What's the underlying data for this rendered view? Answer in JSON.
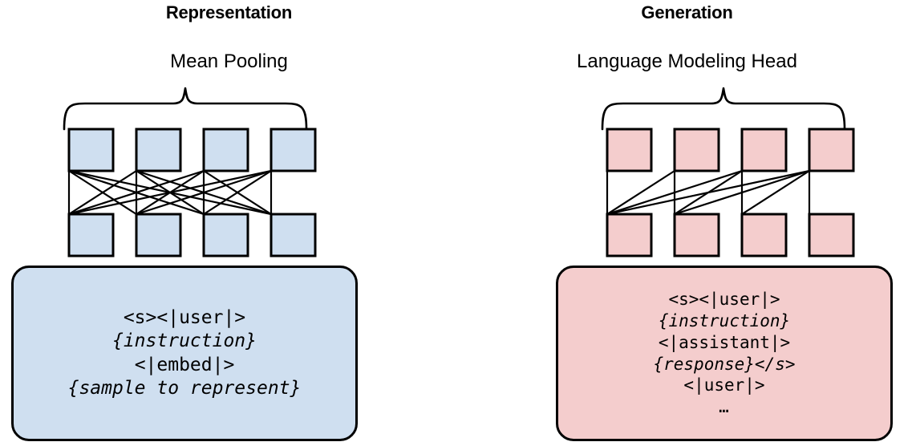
{
  "figure": {
    "background_color": "#ffffff",
    "stroke_color": "#000000"
  },
  "panels": [
    {
      "id": "representation",
      "title": "Representation",
      "subtitle": "Language head label: Mean Pooling",
      "subtitle_text": "Mean Pooling",
      "accent_color": "#cfdff0",
      "brace_label": "pooling-brace",
      "network": {
        "rows": 2,
        "columns": 4,
        "attention": "bidirectional",
        "box_fill": "#cfdff0",
        "box_stroke": "#000000"
      },
      "prompt": {
        "fill": "#cfdff0",
        "lines": [
          {
            "text": "<s><|user|>",
            "style": "plain"
          },
          {
            "text": "{instruction}",
            "style": "italic"
          },
          {
            "text": "<|embed|>",
            "style": "plain"
          },
          {
            "text": "{sample to represent}",
            "style": "italic"
          }
        ]
      }
    },
    {
      "id": "generation",
      "title": "Generation",
      "subtitle": "Language head label: Language Modeling Head",
      "subtitle_text": "Language Modeling Head",
      "accent_color": "#f4cdcd",
      "brace_label": "lm-head-brace",
      "network": {
        "rows": 2,
        "columns": 4,
        "attention": "causal",
        "box_fill": "#f4cdcd",
        "box_stroke": "#000000"
      },
      "prompt": {
        "fill": "#f4cdcd",
        "lines": [
          {
            "text": "<s><|user|>",
            "style": "plain"
          },
          {
            "text": "{instruction}",
            "style": "italic"
          },
          {
            "text": "<|assistant|>",
            "style": "plain"
          },
          {
            "text": "{response}</s>",
            "style": "mixed"
          },
          {
            "text": "<|user|>",
            "style": "plain"
          },
          {
            "text": "…",
            "style": "ellipsis"
          }
        ]
      }
    }
  ]
}
